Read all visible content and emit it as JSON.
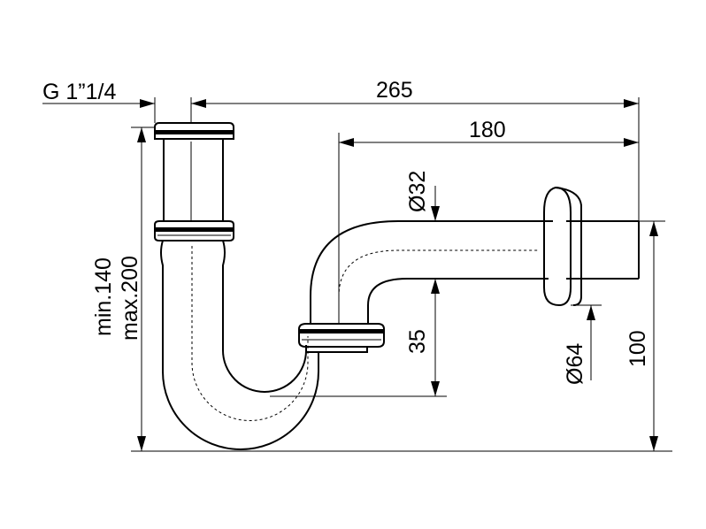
{
  "dimensions": {
    "thread": "G 1”1/4",
    "overall_width": "265",
    "outlet_length": "180",
    "outlet_pipe_diameter": "Ø32",
    "height_min": "min.140",
    "height_max": "max.200",
    "seal_depth": "35",
    "rosette_diameter": "Ø64",
    "outlet_height": "100"
  },
  "colors": {
    "line": "#000000",
    "background": "#ffffff"
  }
}
